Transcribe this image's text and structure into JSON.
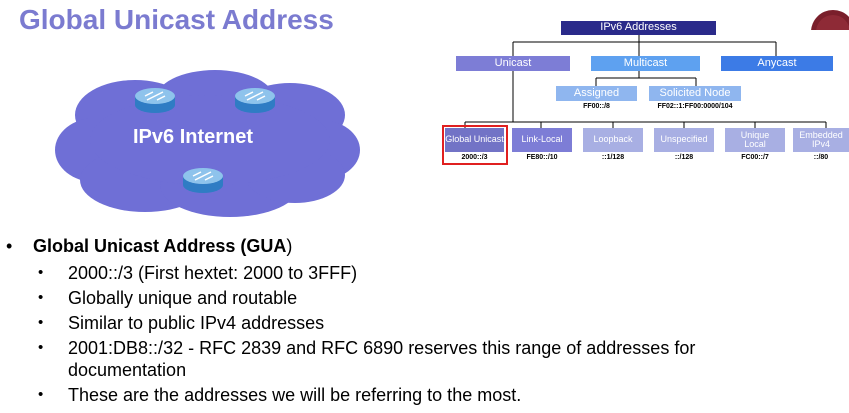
{
  "title": "Global Unicast Address",
  "cloud": {
    "label": "IPv6 Internet"
  },
  "tree": {
    "root": "IPv6 Addresses",
    "level1": [
      "Unicast",
      "Multicast",
      "Anycast"
    ],
    "multicast_children": [
      {
        "label": "Assigned",
        "addr": "FF00::/8"
      },
      {
        "label": "Solicited Node",
        "addr": "FF02::1:FF00:0000/104"
      }
    ],
    "unicast_children": [
      {
        "label": "Global Unicast",
        "addr": "2000::/3"
      },
      {
        "label": "Link-Local",
        "addr": "FE80::/10"
      },
      {
        "label": "Loopback",
        "addr": "::1/128"
      },
      {
        "label": "Unspecified",
        "addr": "::/128"
      },
      {
        "label": "Unique Local",
        "addr": "FC00::/7"
      },
      {
        "label": "Embedded IPv4",
        "addr": "::/80"
      }
    ]
  },
  "bullets": {
    "main_bold": "Global Unicast Address (GUA",
    "main_tail": ")",
    "items": [
      "2000::/3 (First hextet: 2000 to 3FFF)",
      "Globally unique and routable",
      "Similar to public IPv4 addresses",
      "2001:DB8::/32 - RFC 2839 and RFC 6890 reserves this range of addresses for documentation",
      "These are the addresses we will be referring to the most."
    ]
  },
  "colors": {
    "title": "#7b7bd0",
    "cloud": "#6f6fd6",
    "root_box": "#2a2a8a",
    "highlight": "#e02020"
  }
}
